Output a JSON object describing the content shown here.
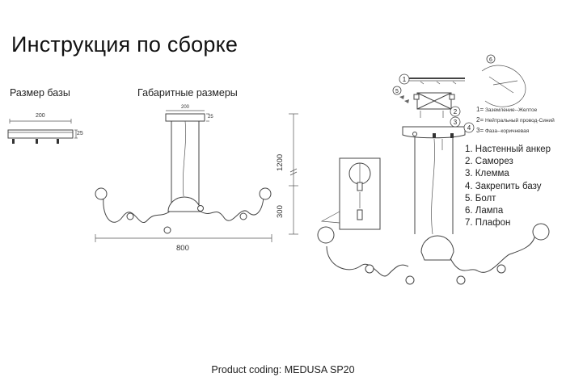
{
  "title": "Инструкция по сборке",
  "labels": {
    "base_size": "Размер базы",
    "overall_dimensions": "Габаритные размеры"
  },
  "dimensions": {
    "base_width": "200",
    "base_height": "25",
    "top_width": "200",
    "top_height": "25",
    "overall_width": "800",
    "height_max": "1200",
    "height_min": "300"
  },
  "steps": {
    "s1": "1",
    "s2": "2",
    "s3": "3",
    "s4": "4",
    "s5": "5",
    "s6": "6"
  },
  "wiring_legend": [
    {
      "num": "1=",
      "text": "Заземление--Желтое"
    },
    {
      "num": "2=",
      "text": "Нейтральный провод-Синий"
    },
    {
      "num": "3=",
      "text": "Фаза--коричневая"
    }
  ],
  "parts": [
    "1. Настенный анкер",
    "2. Саморез",
    "3. Клемма",
    "4. Закрепить базу",
    "5. Болт",
    "6. Лампа",
    "7. Плафон"
  ],
  "product_coding": "Product coding: MEDUSA SP20"
}
